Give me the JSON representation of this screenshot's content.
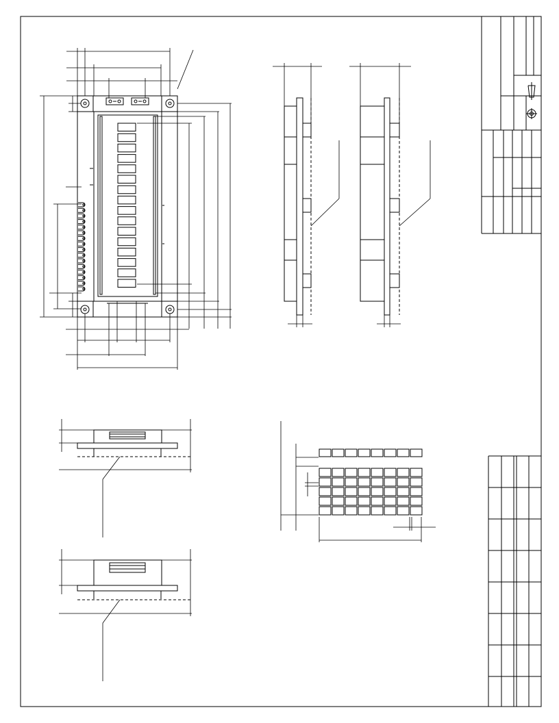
{
  "drawing": {
    "type": "mechanical-drawing",
    "subject": "lcd-module",
    "line_color": "#000000",
    "paper_color": "#ffffff",
    "hidden_line_style": "dashed",
    "front_view": {
      "display_segments": 16,
      "connector_pins": 16,
      "mounting_holes": 4
    },
    "dot_matrix_detail": {
      "columns": 8,
      "top_row_count": 1,
      "lower_rows": 5
    }
  }
}
